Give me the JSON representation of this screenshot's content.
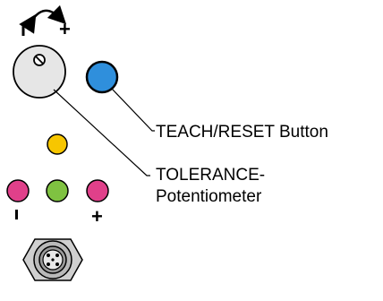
{
  "rotation_indicator": {
    "minus": "-",
    "plus": "+"
  },
  "potentiometer": {
    "icon": "slot-screw-icon",
    "color": "#e6e6e6"
  },
  "teach_button": {
    "color": "#2f8fdc"
  },
  "leds": {
    "top": {
      "color": "#f7c600"
    },
    "left": {
      "color": "#e0408a"
    },
    "center": {
      "color": "#7fc241"
    },
    "right": {
      "color": "#e0408a"
    }
  },
  "led_signs": {
    "minus": "-",
    "plus": "+"
  },
  "callouts": {
    "teach_reset": "TEACH/RESET Button",
    "tolerance_line1": "TOLERANCE-",
    "tolerance_line2": "Potentiometer"
  },
  "connector": {
    "icon": "m12-connector-icon"
  }
}
